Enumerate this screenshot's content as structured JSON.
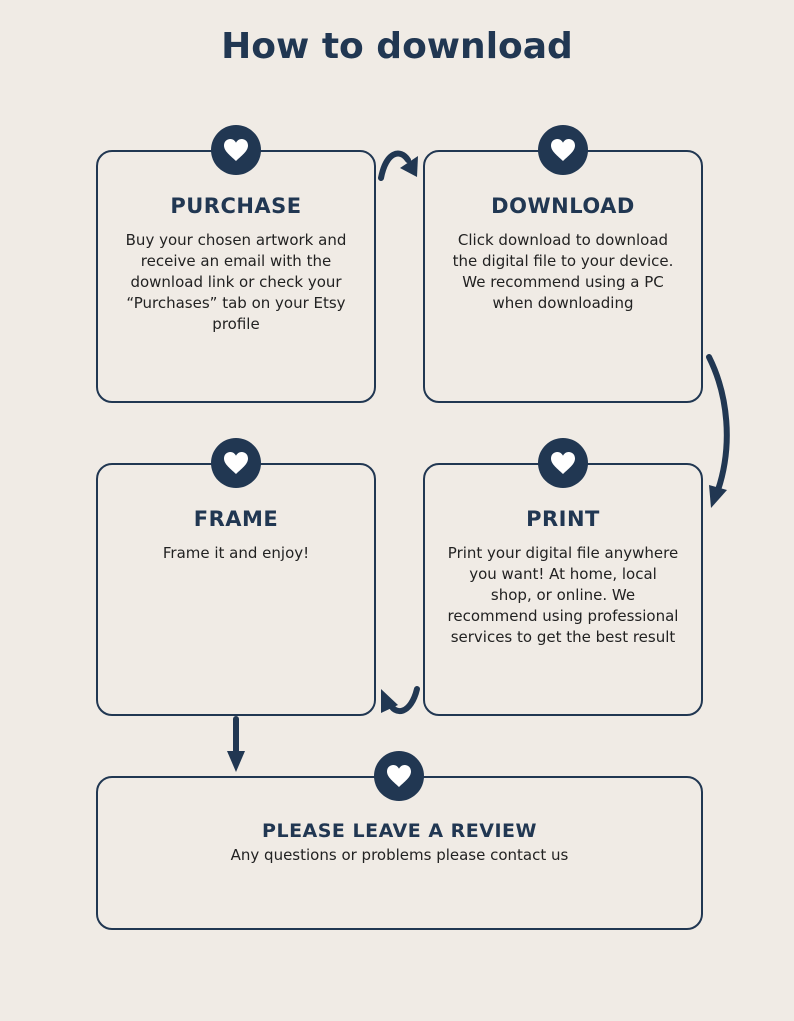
{
  "title": "How to download",
  "colors": {
    "navy": "#213752",
    "background": "#f0ebe5",
    "text": "#222222"
  },
  "steps": [
    {
      "heading": "PURCHASE",
      "body": "Buy your chosen artwork and receive an email with the download link or check your “Purchases” tab on your Etsy profile",
      "icon": "heart-icon"
    },
    {
      "heading": "DOWNLOAD",
      "body": "Click download to download the digital file to your device. We recommend using a PC when downloading",
      "icon": "heart-icon"
    },
    {
      "heading": "FRAME",
      "body": "Frame it and enjoy!",
      "icon": "heart-icon"
    },
    {
      "heading": "PRINT",
      "body": "Print your digital file anywhere you want! At home, local shop, or online. We recommend using professional services to get the best result",
      "icon": "heart-icon"
    },
    {
      "heading": "PLEASE LEAVE A REVIEW",
      "body": "Any questions or problems please contact us",
      "icon": "heart-icon"
    }
  ],
  "flow": [
    "PURCHASE",
    "DOWNLOAD",
    "PRINT",
    "FRAME",
    "PLEASE LEAVE A REVIEW"
  ]
}
